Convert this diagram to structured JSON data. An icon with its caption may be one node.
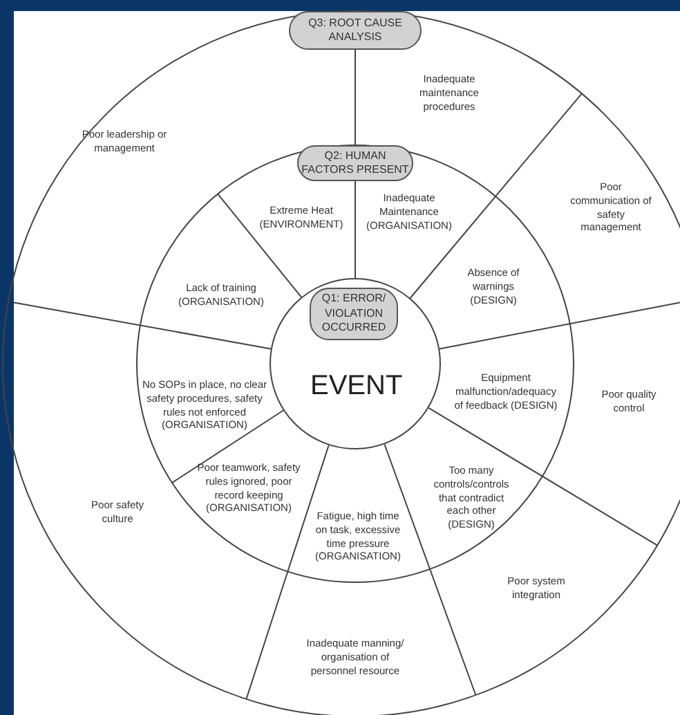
{
  "diagram": {
    "nodes": [
      {
        "text": [
          "Q3: ROOT CAUSE ANALYSIS"
        ]
      },
      {
        "text": [
          "Poor leadership or management"
        ]
      },
      {
        "text": [
          "Inadequate maintenance procedures"
        ]
      },
      {
        "text": [
          "Poor communication of safety management"
        ]
      },
      {
        "text": [
          "Poor safety culture"
        ]
      },
      {
        "text": [
          "Poor quality control"
        ]
      },
      {
        "text": [
          "Poor system integration"
        ]
      },
      {
        "text": [
          "Inadequate manning/ organisation of personnel resource"
        ]
      },
      {
        "text": [
          "Q2: HUMAN FACTORS PRESENT"
        ]
      },
      {
        "text": [
          "Extreme Heat (ENVIRONMENT)"
        ]
      },
      {
        "text": [
          "Inadequate Maintenance (ORGANISATION)"
        ]
      },
      {
        "text": [
          "Lack of training (ORGANISATION)"
        ]
      },
      {
        "text": [
          "Absence of warnings (DESIGN)"
        ]
      },
      {
        "text": [
          "No SOPs in place, no clear safety procedures, safety rules not enforced (ORGANISATION)"
        ]
      },
      {
        "text": [
          "Equipment malfunction/adequacy of feedback (DESIGN)"
        ]
      },
      {
        "text": [
          "Poor teamwork, safety rules ignored, poor record keeping (ORGANISATION)"
        ]
      },
      {
        "text": [
          "Too many controls/controls that contradict each other (DESIGN)"
        ]
      },
      {
        "text": [
          "Fatigue, high time on task, excessive time pressure (ORGANISATION)"
        ]
      },
      {
        "text": [
          "EVENT"
        ]
      },
      {
        "text": [
          "Q1: ERROR/ VIOLATION OCCURRED"
        ],
        "in": 18
      }
    ],
    "edges": []
  }
}
